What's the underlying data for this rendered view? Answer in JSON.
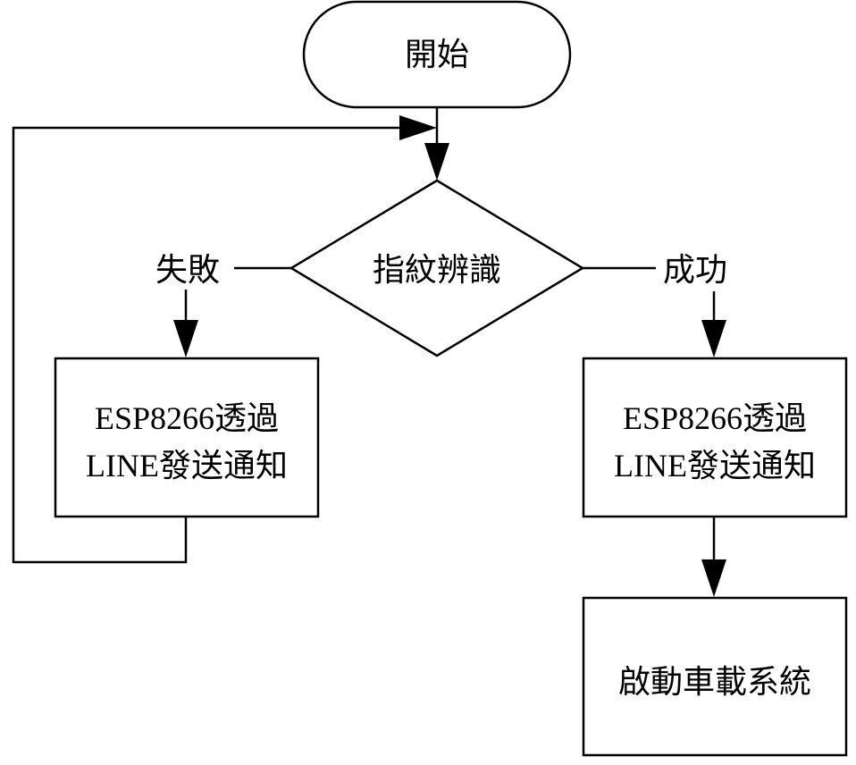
{
  "nodes": {
    "start": {
      "label": "開始"
    },
    "decision": {
      "label": "指紋辨識"
    },
    "fail_notify": {
      "line1": "ESP8266透過",
      "line2": "LINE發送通知"
    },
    "success_notify": {
      "line1": "ESP8266透過",
      "line2": "LINE發送通知"
    },
    "start_system": {
      "label": "啟動車載系統"
    }
  },
  "edges": {
    "fail_label": "失敗",
    "success_label": "成功"
  },
  "colors": {
    "stroke": "#000000",
    "fill": "#ffffff"
  }
}
